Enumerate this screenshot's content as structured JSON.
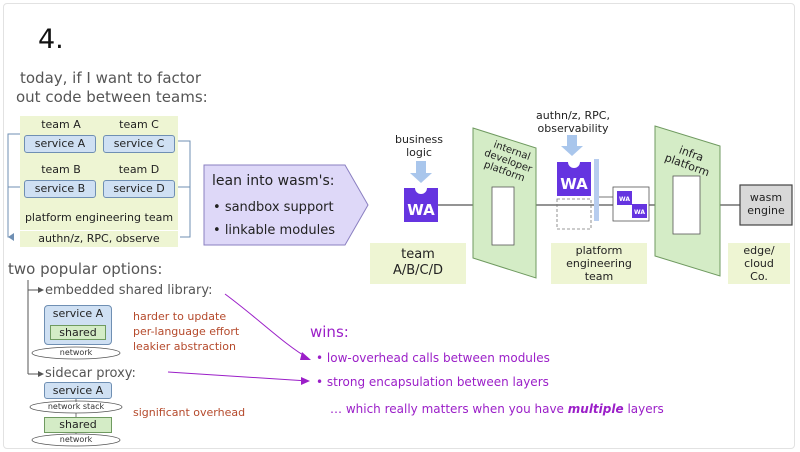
{
  "slide_number": "4.",
  "intro": [
    "today, if I want to factor",
    "out code between teams:"
  ],
  "teams": {
    "team_a": "team A",
    "team_b": "team B",
    "team_c": "team C",
    "team_d": "team D",
    "service_a": "service A",
    "service_b": "service B",
    "service_c": "service C",
    "service_d": "service D",
    "platform_team": "platform engineering team",
    "authn": "authn/z, RPC, observe"
  },
  "callout": {
    "title": "lean into wasm's:",
    "bullets": [
      "sandbox support",
      "linkable modules"
    ]
  },
  "options": {
    "title": "two popular options:",
    "library": {
      "label": "embedded shared library:",
      "service": "service A",
      "shared": "shared",
      "network": "network",
      "notes": [
        "harder to update",
        "per-language effort",
        "leakier abstraction"
      ]
    },
    "proxy": {
      "label": "sidecar proxy:",
      "service": "service A",
      "network_stack": "network stack",
      "shared": "shared",
      "network": "network",
      "notes": [
        "significant overhead"
      ]
    }
  },
  "wins": {
    "title": "wins:",
    "items": [
      "low-overhead calls between modules",
      "strong encapsulation between layers"
    ],
    "note_prefix": "… which really matters when you have ",
    "note_emphasis": "multiple",
    "note_suffix": " layers"
  },
  "diagram": {
    "business_logic": [
      "business",
      "logic"
    ],
    "wa_label": "WA",
    "developer_platform": [
      "internal",
      "developer",
      "platform"
    ],
    "authn_obs": [
      "authn/z, RPC,",
      "observability"
    ],
    "infra_platform": [
      "infra",
      "platform"
    ],
    "wasm_engine": [
      "wasm",
      "engine"
    ],
    "team_label": [
      "team",
      "A/B/C/D"
    ],
    "platform_eng_team": [
      "platform",
      "engineering",
      "team"
    ],
    "edge_cloud": [
      "edge/",
      "cloud",
      "Co."
    ]
  },
  "colors": {
    "wasm_purple": "#6534e0",
    "cream_box": "#eef5d3",
    "service_blue": "#cfe0f3",
    "shared_green": "#d4ecc6",
    "callout_purple": "#ded8f8",
    "wins_purple": "#9b1fc8",
    "note_red": "#b54a2c",
    "arrow_blue": "#a9c6ec"
  }
}
